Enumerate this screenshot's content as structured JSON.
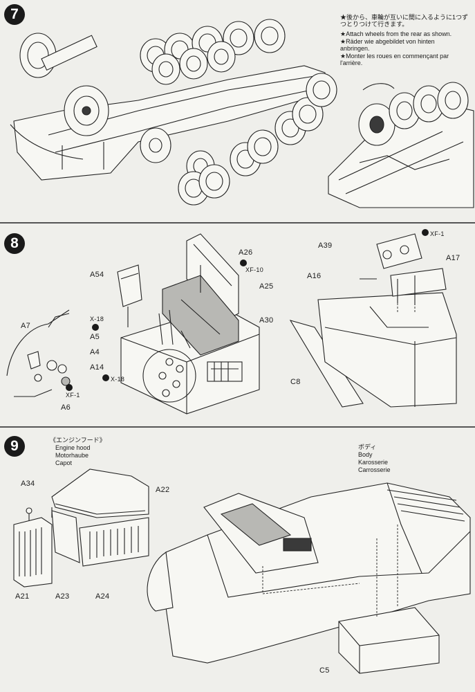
{
  "step7": {
    "number": "7",
    "note_ja": "★後から、車輪が互いに間に入るように1つずつとりつけて行きます。",
    "note_en": "★Attach wheels from the rear as shown.",
    "note_de": "★Räder wie abgebildet von hinten anbringen.",
    "note_fr": "★Monter les roues en commençant par l'arrière."
  },
  "step8": {
    "number": "8",
    "labels": {
      "a26": "A26",
      "xf10": "XF-10",
      "a25": "A25",
      "a54": "A54",
      "a30": "A30",
      "x18_a": "X-18",
      "a5": "A5",
      "a7": "A7",
      "a4": "A4",
      "a14": "A14",
      "x18_b": "X-18",
      "xf1_a": "XF-1",
      "a6": "A6",
      "xf1_b": "XF-1",
      "a39": "A39",
      "a17": "A17",
      "a16": "A16",
      "c8": "C8"
    }
  },
  "step9": {
    "number": "9",
    "hood_ja": "《エンジンフード》",
    "hood_en": "Engine hood",
    "hood_de": "Motorhaube",
    "hood_fr": "Capot",
    "body_ja": "ボディ",
    "body_en": "Body",
    "body_de": "Karosserie",
    "body_fr": "Carrosserie",
    "labels": {
      "a34": "A34",
      "a22": "A22",
      "a21": "A21",
      "a23": "A23",
      "a24": "A24",
      "c5": "C5"
    }
  }
}
